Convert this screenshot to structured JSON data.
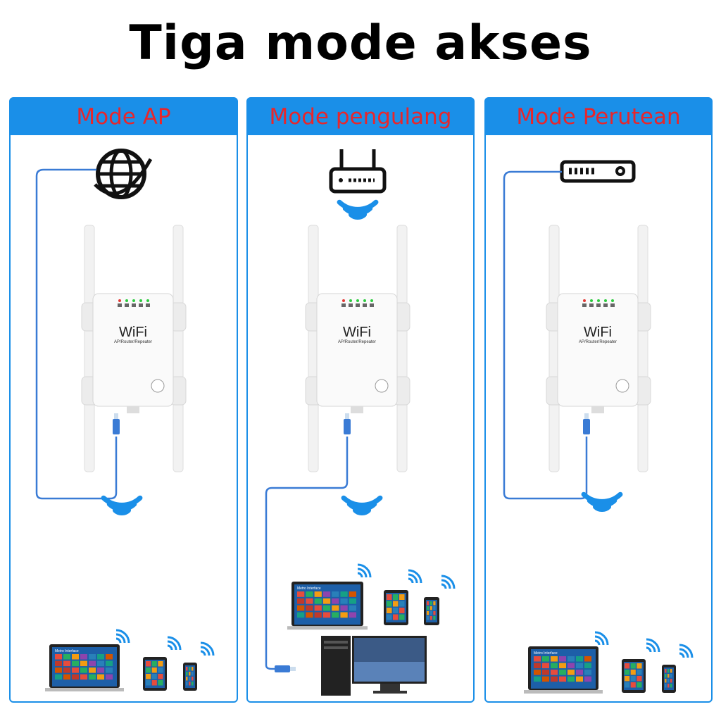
{
  "title": "Tiga mode akses",
  "panels": [
    {
      "label": "Mode AP",
      "source_icon": "globe-icon"
    },
    {
      "label": "Mode pengulang",
      "source_icon": "router-icon"
    },
    {
      "label": "Mode Perutean",
      "source_icon": "modem-icon"
    }
  ],
  "device": {
    "brand": "WiFi",
    "subtitle": "AP/Router/Repeater"
  },
  "screen_text": "Metro Interface",
  "colors": {
    "accent": "#1a8fe8",
    "header_text": "#e8262b",
    "cable": "#3a7bd5"
  }
}
